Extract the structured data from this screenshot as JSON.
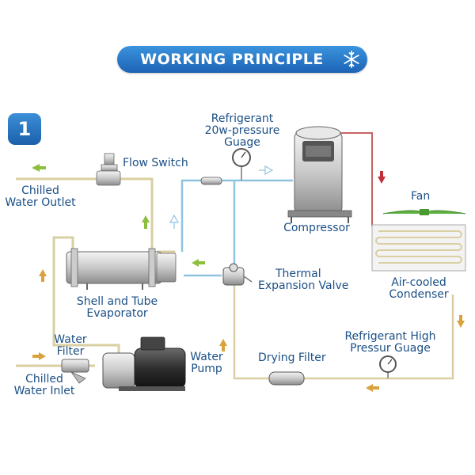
{
  "header": {
    "title": "WORKING PRINCIPLE"
  },
  "step": {
    "number": "1"
  },
  "labels": {
    "flow_switch": "Flow Switch",
    "refrigerant_low_pressure_gauge": [
      "Refrigerant",
      "20w-pressure",
      "Guage"
    ],
    "chilled_water_outlet": [
      "Chilled",
      "Water Outlet"
    ],
    "compressor": "Compressor",
    "fan": "Fan",
    "thermal_expansion_valve": [
      "Thermal",
      "Expansion Valve"
    ],
    "shell_and_tube_evaporator": [
      "Shell and Tube",
      "Evaporator"
    ],
    "air_cooled_condenser": [
      "Air-cooled",
      "Condenser"
    ],
    "refrigerant_high_pressure_gauge": [
      "Refrigerant High",
      "Pressur Guage"
    ],
    "water_filter": [
      "Water",
      "Filter"
    ],
    "water_pump": [
      "Water",
      "Pump"
    ],
    "drying_filter": "Drying Filter",
    "chilled_water_inlet": [
      "Chilled",
      "Water Inlet"
    ]
  },
  "colors": {
    "banner": "#2a7bcf",
    "label_text": "#1a4f86",
    "water_pipe": "#d9cfa2",
    "refrigerant_pipe": "#8fc4e0",
    "hot_gas_pipe": "#c0504d",
    "flow_arrow_water": "#8dbf3f",
    "flow_arrow_return": "#d9a23c",
    "flow_arrow_hot": "#c0303a"
  },
  "icons": [
    "snowflake-icon"
  ]
}
